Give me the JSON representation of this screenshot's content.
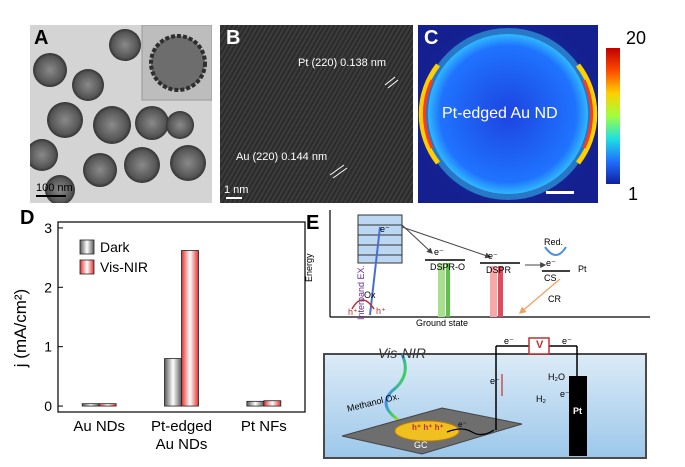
{
  "panels": {
    "A": {
      "letter": "A",
      "scale_bar": "100 nm"
    },
    "B": {
      "letter": "B",
      "lattice_top": "Pt (220)  0.138 nm",
      "lattice_bottom": "Au (220)  0.144 nm",
      "scale_bar": "1 nm"
    },
    "C": {
      "letter": "C",
      "label": "Pt-edged Au ND",
      "colorbar_max": "20",
      "colorbar_min": "1"
    },
    "D": {
      "letter": "D"
    },
    "E": {
      "letter": "E",
      "energy_label": "Energy",
      "interband_label": "Interband EX.",
      "ground_state": "Ground state",
      "e_top": "e⁻",
      "e_dspr_o": "e⁻",
      "e_dspr": "e⁻",
      "dspr_o": "DSPR-O",
      "dspr": "DSPR",
      "red": "Red.",
      "cs": "CS",
      "cs_e": "e⁻",
      "pt": "Pt",
      "cr": "CR",
      "ox": "Ox",
      "h_left": "h⁺",
      "h_right": "h⁺",
      "vis_nir": "Vis-NIR",
      "methanol": "Methanol Ox.",
      "gc": "GC",
      "v_label": "V",
      "e_wire_left": "e⁻",
      "e_wire_right": "e⁻",
      "e_up": "e⁻",
      "h2o": "H₂O",
      "h2": "H₂",
      "e_pt": "e⁻",
      "pt_electrode": "Pt",
      "holes": "h⁺ h⁺ h⁺",
      "e_surface": "e⁻"
    }
  },
  "chart_data": {
    "type": "bar",
    "categories": [
      "Au NDs",
      "Pt-edged\nAu NDs",
      "Pt NFs"
    ],
    "category_lines": [
      [
        "Au NDs"
      ],
      [
        "Pt-edged",
        "Au NDs"
      ],
      [
        "Pt NFs"
      ]
    ],
    "series": [
      {
        "name": "Dark",
        "values": [
          0.04,
          0.8,
          0.08
        ]
      },
      {
        "name": "Vis-NIR",
        "values": [
          0.04,
          2.62,
          0.09
        ]
      }
    ],
    "ylabel": "j (mA/cm²)",
    "ylim": [
      -0.1,
      3.1
    ],
    "yticks": [
      0,
      1,
      2,
      3
    ],
    "legend": "top-left",
    "colors": {
      "Dark": "#808080",
      "Vis-NIR": "#e64545"
    }
  }
}
